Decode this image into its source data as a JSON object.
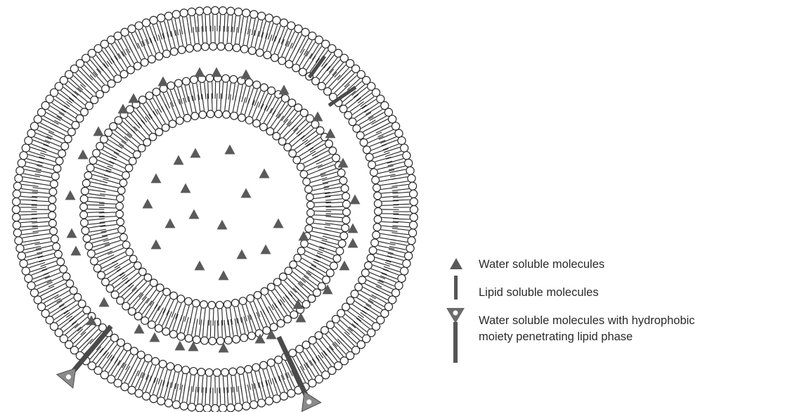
{
  "legend": {
    "items": [
      {
        "symbol": "triangle-icon",
        "label": "Water soluble molecules"
      },
      {
        "symbol": "bar-icon",
        "label": "Lipid soluble molecules"
      },
      {
        "symbol": "triangle-with-tail-icon",
        "label_line1": "Water soluble molecules with hydrophobic",
        "label_line2": "moiety penetrating lipid phase"
      }
    ]
  },
  "colors": {
    "ink": "#2a2a2a",
    "marker": "#5a5a5a",
    "marker_light": "#8a8a8a",
    "background": "#ffffff"
  }
}
